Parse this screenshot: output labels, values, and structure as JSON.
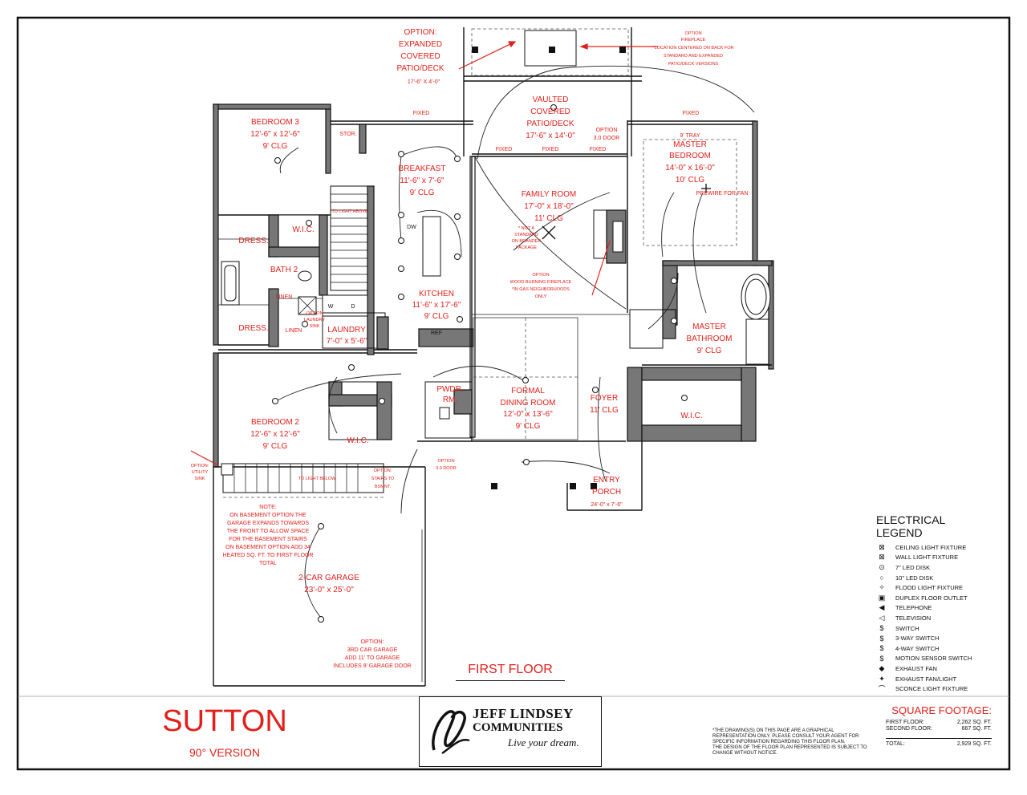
{
  "plan": {
    "name": "SUTTON",
    "version": "90° VERSION",
    "floor_label": "FIRST FLOOR",
    "rooms": {
      "bedroom3": {
        "name": "BEDROOM 3",
        "size": "12'-6\" x 12'-6\"",
        "clg": "9' CLG"
      },
      "breakfast": {
        "name": "BREAKFAST",
        "size": "11'-6\" x 7'-6\"",
        "clg": "9' CLG"
      },
      "vaulted": {
        "l1": "VAULTED",
        "l2": "COVERED",
        "l3": "PATIO/DECK",
        "size": "17'-6\" x 14'-0\""
      },
      "family": {
        "name": "FAMILY ROOM",
        "size": "17'-0\" x 18'-0\"",
        "clg": "11' CLG"
      },
      "master_bed": {
        "tray": "9' TRAY",
        "name": "MASTER",
        "name2": "BEDROOM",
        "size": "14'-0\" x 16'-0\"",
        "clg": "10' CLG"
      },
      "kitchen": {
        "name": "KITCHEN",
        "size": "11'-6\" x 17'-6\"",
        "clg": "9' CLG"
      },
      "laundry": {
        "name": "LAUNDRY",
        "size": "7'-0\" x 5'-6\""
      },
      "bath2": {
        "name": "BATH 2"
      },
      "master_bath": {
        "name": "MASTER",
        "name2": "BATHROOM",
        "clg": "9' CLG"
      },
      "bedroom2": {
        "name": "BEDROOM 2",
        "size": "12'-6\" x 12'-6\"",
        "clg": "9' CLG"
      },
      "dining": {
        "name": "FORMAL",
        "name2": "DINING ROOM",
        "size": "12'-0\" x 13'-6\"",
        "clg": "9' CLG"
      },
      "foyer": {
        "name": "FOYER",
        "clg": "11' CLG"
      },
      "pwdr": {
        "name": "PWDR.",
        "name2": "RM."
      },
      "master_wic": {
        "name": "W.I.C."
      },
      "porch": {
        "name": "ENTRY",
        "name2": "PORCH",
        "size": "24'-0\" x 7'-6\""
      },
      "garage": {
        "name": "2-CAR GARAGE",
        "size": "23'-0\" x 25'-0\""
      }
    },
    "labels": {
      "dress": "DRESS.",
      "wic": "W.I.C.",
      "stor": "STOR.",
      "linen": "LINEN",
      "fixed": "FIXED",
      "w": "W",
      "d": "D",
      "dw": "DW",
      "ref": "REF",
      "to_light_above": "TO LIGHT ABOVE",
      "to_light_below": "TO LIGHT BELOW",
      "prewire": "PREWIRE FOR FAN"
    },
    "options": {
      "patio": {
        "l1": "OPTION:",
        "l2": "EXPANDED",
        "l3": "COVERED",
        "l4": "PATIO/DECK",
        "size": "17'-6\" X 4'-0\""
      },
      "fireplace_top": {
        "l1": "OPTION",
        "l2": "FIREPLACE",
        "l3": "*LOCATION CENTERED ON BACK FOR",
        "l4": "STANDARD AND EXPANDED",
        "l5": "PATIO/DECK VERSIONS"
      },
      "door30_top": {
        "l1": "OPTION",
        "l2": "3.0 DOOR"
      },
      "not_standard": {
        "l1": "* NOT A",
        "l2": "STANDARD",
        "l3": "ON BRANDED",
        "l4": "PACKAGE"
      },
      "wood_fp": {
        "l1": "OPTION",
        "l2": "WOOD BURNING FIREPLACE",
        "l3": "*IN GAS NEIGHBORHOODS",
        "l4": "ONLY"
      },
      "laundry_sink": {
        "l1": "OPTION",
        "l2": "LAUNDRY",
        "l3": "SINK"
      },
      "util_sink": {
        "l1": "OPTION:",
        "l2": "UTILITY",
        "l3": "SINK"
      },
      "stairs": {
        "l1": "OPTION:",
        "l2": "STAIRS TO",
        "l3": "BSMNT."
      },
      "door30_bot": {
        "l1": "OPTION",
        "l2": "3.0 DOOR"
      },
      "garage3": {
        "l1": "OPTION:",
        "l2": "3RD CAR GARAGE",
        "l3": "ADD 11' TO GARAGE",
        "l4": "INCLUDES 9' GARAGE DOOR"
      },
      "note": {
        "l1": "NOTE:",
        "l2": "ON BASEMENT OPTION THE",
        "l3": "GARAGE EXPANDS TOWARDS",
        "l4": "THE FRONT TO ALLOW SPACE",
        "l5": "FOR THE BASEMENT STAIRS",
        "l6": "ON BASEMENT OPTION ADD 34",
        "l7": "HEATED SQ. FT. TO FIRST FLOOR",
        "l8": "TOTAL"
      }
    }
  },
  "legend": {
    "title": "ELECTRICAL LEGEND",
    "items": [
      {
        "icon": "⊠",
        "label": "CEILING LIGHT FIXTURE"
      },
      {
        "icon": "⊠",
        "label": "WALL LIGHT FIXTURE"
      },
      {
        "icon": "⊙",
        "label": "7\" LED DISK"
      },
      {
        "icon": "○",
        "label": "10\" LED DISK"
      },
      {
        "icon": "✧",
        "label": "FLOOD LIGHT FIXTURE"
      },
      {
        "icon": "▣",
        "label": "DUPLEX FLOOR OUTLET"
      },
      {
        "icon": "◀",
        "label": "TELEPHONE"
      },
      {
        "icon": "◁",
        "label": "TELEVISION"
      },
      {
        "icon": "$",
        "label": "SWITCH"
      },
      {
        "icon": "$",
        "label": "3-WAY SWITCH"
      },
      {
        "icon": "$",
        "label": "4-WAY SWITCH"
      },
      {
        "icon": "$",
        "label": "MOTION SENSOR SWITCH"
      },
      {
        "icon": "◆",
        "label": "EXHAUST FAN"
      },
      {
        "icon": "✦",
        "label": "EXHAUST FAN/LIGHT"
      },
      {
        "icon": "⌒",
        "label": "SCONCE LIGHT FIXTURE"
      }
    ]
  },
  "square_footage": {
    "title": "SQUARE FOOTAGE:",
    "first_label": "FIRST FLOOR:",
    "first_value": "2,262 SQ. FT.",
    "second_label": "SECOND FLOOR:",
    "second_value": "667 SQ. FT.",
    "total_label": "TOTAL:",
    "total_value": "2,929 SQ. FT."
  },
  "disclaimer": {
    "l1": "*THE DRAWING(S) ON THIS PAGE ARE A GRAPHICAL",
    "l2": "REPRESENTATION ONLY. PLEASE CONSULT YOUR AGENT FOR",
    "l3": "SPECIFIC INFORMATION REGARDING THIS FLOOR PLAN.",
    "l4": "THE DESIGN OF THE FLOOR PLAN REPRESENTED IS SUBJECT TO",
    "l5": "CHANGE WITHOUT NOTICE."
  },
  "brand": {
    "line1": "JEFF LINDSEY",
    "line2": "COMMUNITIES",
    "tagline": "Live your dream."
  }
}
